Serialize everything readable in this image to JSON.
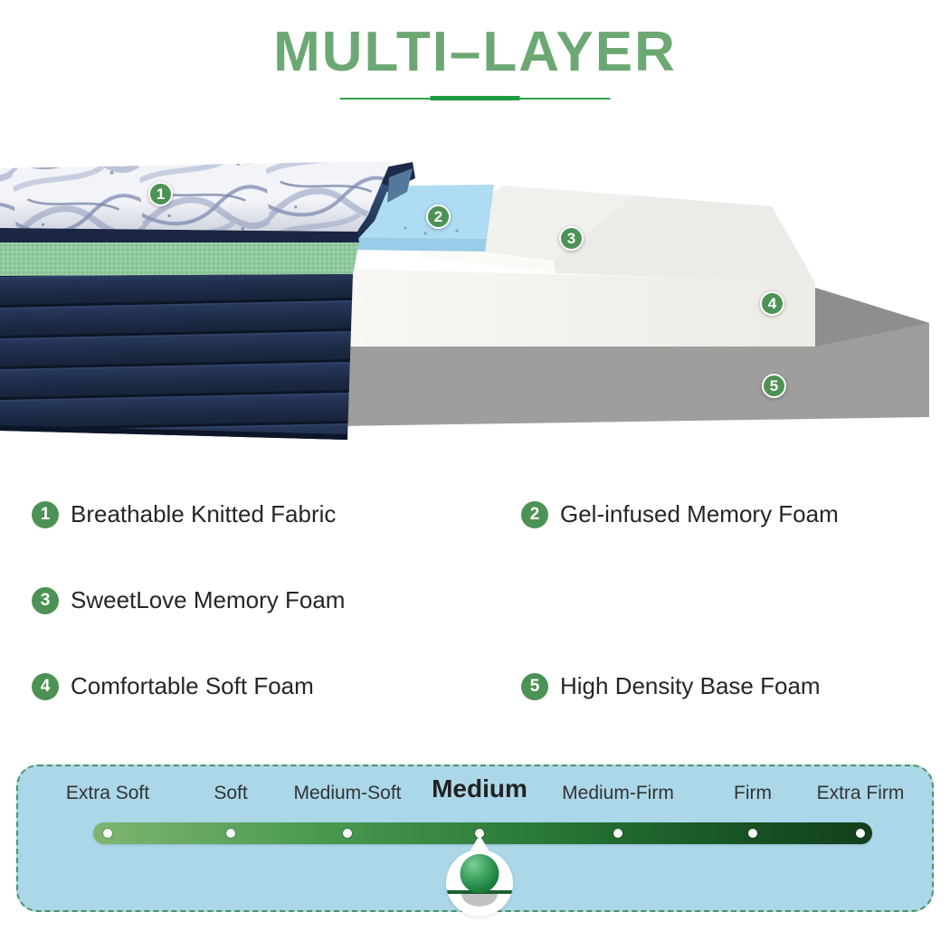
{
  "title": "MULTI–LAYER",
  "layers": [
    {
      "num": "1",
      "label": "Breathable Knitted Fabric"
    },
    {
      "num": "2",
      "label": "Gel-infused Memory Foam"
    },
    {
      "num": "3",
      "label": "SweetLove Memory Foam"
    },
    {
      "num": "4",
      "label": "Comfortable Soft Foam"
    },
    {
      "num": "5",
      "label": "High Density Base Foam"
    }
  ],
  "firmness": {
    "labels": [
      "Extra Soft",
      "Soft",
      "Medium-Soft",
      "Medium",
      "Medium-Firm",
      "Firm",
      "Extra Firm"
    ],
    "selected": "Medium",
    "selected_index": 3
  },
  "colors": {
    "title_green": "#6CA873",
    "underline_green": "#2FA24A",
    "badge_green": "#4D9255",
    "legend_text": "#262626",
    "panel_blue": "#ABD7E9",
    "panel_border_green": "#4E9360",
    "bar_green_light": "#7FB571",
    "bar_green_dark": "#123F1C",
    "mattress_navy": "#1D2A44",
    "mattress_band_green": "#8FC89C",
    "gel_blue": "#AEDCF2",
    "foam_white": "#F5F4F1",
    "base_gray": "#9E9E9C"
  }
}
